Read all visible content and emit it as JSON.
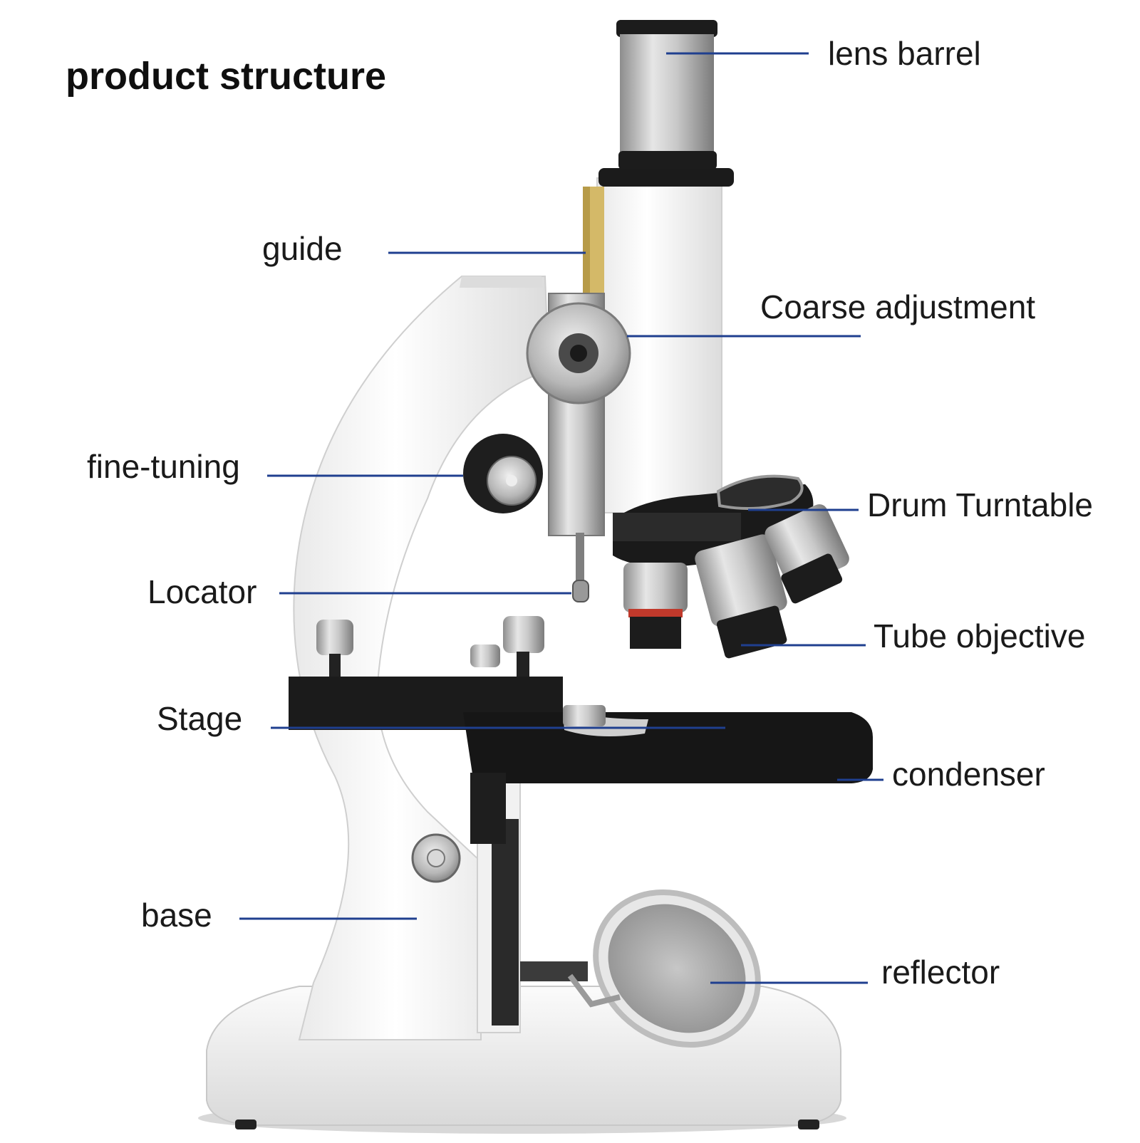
{
  "title": "product structure",
  "labels": [
    {
      "id": "lens-barrel",
      "text": "lens barrel"
    },
    {
      "id": "guide",
      "text": "guide"
    },
    {
      "id": "coarse-adjustment",
      "text": "Coarse adjustment"
    },
    {
      "id": "fine-tuning",
      "text": "fine-tuning"
    },
    {
      "id": "drum-turntable",
      "text": "Drum Turntable"
    },
    {
      "id": "locator",
      "text": "Locator"
    },
    {
      "id": "tube-objective",
      "text": "Tube objective"
    },
    {
      "id": "stage",
      "text": "Stage"
    },
    {
      "id": "condenser",
      "text": "condenser"
    },
    {
      "id": "base",
      "text": "base"
    },
    {
      "id": "reflector",
      "text": "reflector"
    }
  ],
  "colors": {
    "leader_line": "#1f3f8f",
    "body_white": "#f4f4f4",
    "stage_black": "#161616",
    "metal": "#b9b9b9",
    "text": "#1a1a1a"
  }
}
